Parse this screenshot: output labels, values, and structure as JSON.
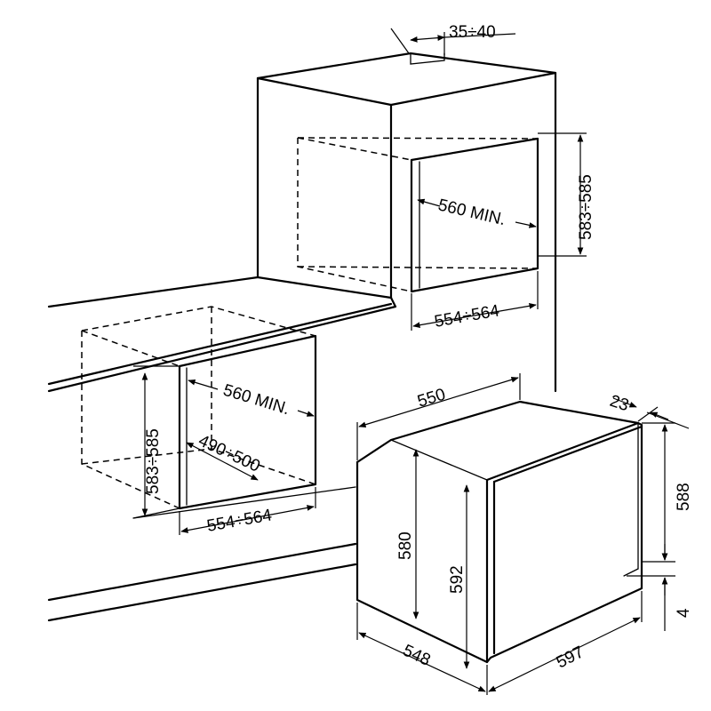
{
  "dimensions": {
    "column_top_gap": "35÷40",
    "column_min_depth": "560 MIN.",
    "column_niche_height": "583÷585",
    "column_niche_width": "554÷564",
    "under_min_depth": "560 MIN.",
    "under_niche_height": "583÷585",
    "under_floor_opening": "490÷500",
    "under_niche_width": "554÷564",
    "oven_depth": "550",
    "oven_front_thickness": "23",
    "oven_front_height": "588",
    "oven_body_height": "580",
    "oven_front_height_total": "592",
    "oven_bottom_gap": "4",
    "oven_body_width": "548",
    "oven_front_width": "597"
  }
}
